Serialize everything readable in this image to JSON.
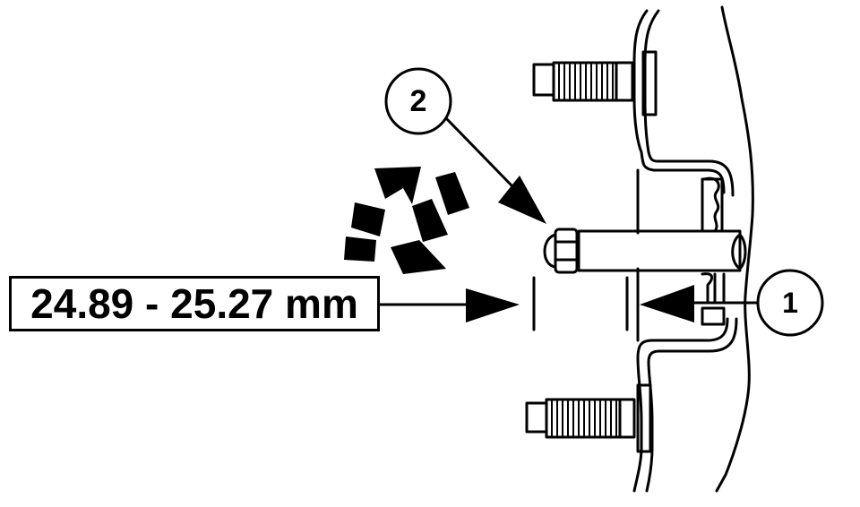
{
  "diagram": {
    "type": "technical-service-illustration",
    "subject": "Pinion/shaft depth measurement with studs and flange",
    "measurement": {
      "label": "24.89 - 25.27 mm",
      "min": 24.89,
      "max": 25.27,
      "unit": "mm"
    },
    "callouts": [
      {
        "id": "1",
        "label": "1"
      },
      {
        "id": "2",
        "label": "2"
      }
    ],
    "colors": {
      "line": "#000000",
      "background": "#ffffff"
    },
    "icons": {
      "rotation_arrows": "curved-dashed-rotation-arrows",
      "pointer_arrows": "solid-triangle-arrowheads"
    }
  }
}
